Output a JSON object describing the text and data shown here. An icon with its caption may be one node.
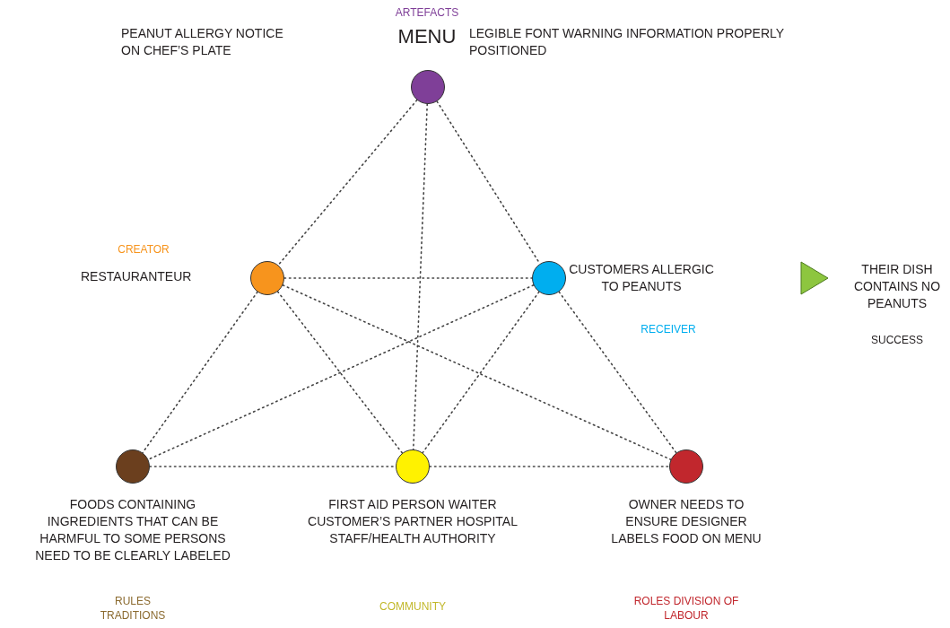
{
  "diagram": {
    "nodes": [
      {
        "text": [],
        "shape": "circle",
        "beside": [
          "ARTEFACTS",
          "MENU",
          "LEGIBLE FONT WARNING INFORMATION PROPERLY POSITIONED"
        ]
      },
      {
        "text": [],
        "shape": "circle",
        "beside": [
          "CREATOR",
          "RESTAURANTEUR"
        ]
      },
      {
        "text": [],
        "shape": "circle",
        "beside": [
          "CUSTOMERS ALLERGIC TO PEANUTS",
          "RECEIVER"
        ]
      },
      {
        "text": [],
        "shape": "circle",
        "beside": [
          "FOODS CONTAINING INGREDIENTS THAT CAN BE HARMFUL TO SOME PERSONS NEED TO BE CLEARLY LABELED"
        ]
      },
      {
        "text": [],
        "shape": "circle",
        "beside": [
          "FIRST AID PERSON WAITER CUSTOMER’S PARTNER HOSPITAL STAFF/HEALTH AUTHORITY"
        ]
      },
      {
        "text": [],
        "shape": "circle",
        "beside": [
          "OWNER NEEDS TO ENSURE DESIGNER LABELS FOOD ON MENU"
        ]
      }
    ],
    "edges": [
      {
        "from": 0,
        "to": 1,
        "arrow": "none",
        "style": "dashed"
      },
      {
        "from": 0,
        "to": 2,
        "arrow": "none",
        "style": "dashed"
      },
      {
        "from": 0,
        "to": 4,
        "arrow": "none",
        "style": "dashed"
      },
      {
        "from": 1,
        "to": 2,
        "arrow": "none",
        "style": "dashed"
      },
      {
        "from": 1,
        "to": 3,
        "arrow": "none",
        "style": "dashed"
      },
      {
        "from": 1,
        "to": 4,
        "arrow": "none",
        "style": "dashed"
      },
      {
        "from": 1,
        "to": 5,
        "arrow": "none",
        "style": "dashed"
      },
      {
        "from": 2,
        "to": 3,
        "arrow": "none",
        "style": "dashed"
      },
      {
        "from": 2,
        "to": 4,
        "arrow": "none",
        "style": "dashed"
      },
      {
        "from": 2,
        "to": 5,
        "arrow": "none",
        "style": "dashed"
      },
      {
        "from": 3,
        "to": 4,
        "arrow": "none",
        "style": "dashed"
      },
      {
        "from": 4,
        "to": 5,
        "arrow": "none",
        "style": "dashed"
      }
    ],
    "labels": [
      "PEANUT ALLERGY NOTICE ON CHEF’S PLATE",
      "THEIR DISH CONTAINS NO PEANUTS",
      "SUCCESS",
      "RULES TRADITIONS",
      "COMMUNITY",
      "ROLES DIVISION OF LABOUR"
    ]
  }
}
